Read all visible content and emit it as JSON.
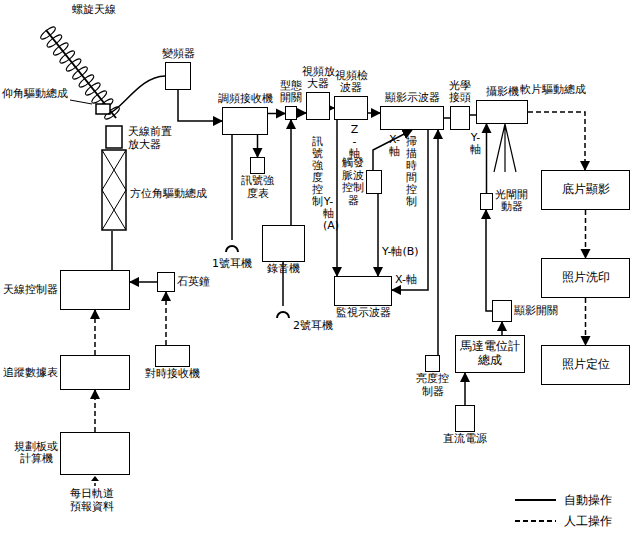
{
  "diagram": {
    "nodes": [
      {
        "text": [
          "變頻器"
        ]
      },
      {
        "text": [
          "調頻接收機"
        ]
      },
      {
        "text": [
          "型態開關"
        ]
      },
      {
        "text": [
          "視頻放大器"
        ]
      },
      {
        "text": [
          "視頻檢波器"
        ]
      },
      {
        "text": [
          "顯影示波器"
        ]
      },
      {
        "text": [
          "光學接頭"
        ]
      },
      {
        "text": [
          "攝影機"
        ]
      },
      {
        "text": [
          "訊號強度表"
        ]
      },
      {
        "text": [
          "錄音機"
        ]
      },
      {
        "text": [
          "觸發脈波控制器"
        ]
      },
      {
        "text": [
          "監視示波器"
        ]
      },
      {
        "text": [
          "光閘開動器"
        ]
      },
      {
        "text": [
          "顯影開關"
        ]
      },
      {
        "text": [
          "馬達電位計 總成"
        ]
      },
      {
        "text": [
          "亮度控制器"
        ]
      },
      {
        "text": [
          "直流電源"
        ]
      },
      {
        "text": [
          "底片顯影"
        ]
      },
      {
        "text": [
          "照片洗印"
        ]
      },
      {
        "text": [
          "照片定位"
        ]
      },
      {
        "text": [
          "天線控制器"
        ]
      },
      {
        "text": [
          "石英鐘"
        ]
      },
      {
        "text": [
          "追蹤數據表"
        ]
      },
      {
        "text": [
          "對時接收機"
        ]
      },
      {
        "text": [
          "規劃板或計算機"
        ]
      }
    ],
    "edges": [
      {
        "from": 0,
        "to": 1,
        "arrow": "to"
      },
      {
        "from": 1,
        "to": 2,
        "arrow": "to"
      },
      {
        "from": 2,
        "to": 3,
        "arrow": "to"
      },
      {
        "from": 3,
        "to": 4,
        "arrow": "to"
      },
      {
        "from": 4,
        "to": 5,
        "arrow": "to"
      },
      {
        "from": 5,
        "to": 6,
        "arrow": "none"
      },
      {
        "from": 6,
        "to": 7,
        "arrow": "none"
      },
      {
        "from": 1,
        "to": 8,
        "arrow": "to"
      },
      {
        "from": 9,
        "to": 2,
        "arrow": "to"
      },
      {
        "from": 4,
        "to": 11,
        "arrow": "to"
      },
      {
        "from": 10,
        "to": 5,
        "arrow": "to"
      },
      {
        "from": 10,
        "to": 11,
        "arrow": "to"
      },
      {
        "from": 5,
        "to": 11,
        "arrow": "to"
      },
      {
        "from": 15,
        "to": 5,
        "arrow": "to"
      },
      {
        "from": 16,
        "to": 14,
        "arrow": "to"
      },
      {
        "from": 13,
        "to": 12,
        "arrow": "to"
      },
      {
        "from": 14,
        "to": 13,
        "arrow": "to"
      },
      {
        "from": 12,
        "to": 7,
        "arrow": "to"
      },
      {
        "from": 7,
        "to": 17,
        "arrow": "to"
      },
      {
        "from": 17,
        "to": 18,
        "arrow": "to"
      },
      {
        "from": 18,
        "to": 19,
        "arrow": "to"
      },
      {
        "from": 21,
        "to": 20,
        "arrow": "to"
      },
      {
        "from": 23,
        "to": 21,
        "arrow": "to"
      },
      {
        "from": 24,
        "to": 22,
        "arrow": "to"
      },
      {
        "from": 22,
        "to": 20,
        "arrow": "to"
      }
    ],
    "labels": [
      "螺旋天線",
      "仰角驅動總成",
      "天線前置放大器",
      "方位角驅動總成",
      "1號耳機",
      "2號耳機",
      "訊號強度控制",
      "Z-軸",
      "X-軸",
      "Y-軸(A)",
      "Y-軸(B)",
      "掃描時間控制",
      "X-軸",
      "Y-軸",
      "軟片驅動總成",
      "每日軌道預報資料"
    ],
    "legend": [
      {
        "text": "自動操作"
      },
      {
        "text": "人工操作"
      }
    ]
  }
}
